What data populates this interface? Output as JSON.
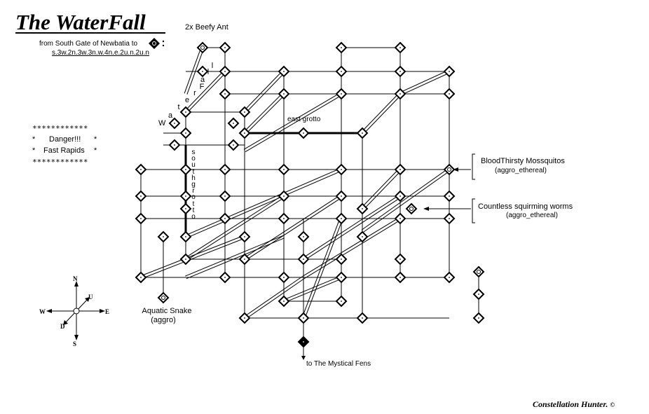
{
  "title": "The WaterFall",
  "route": {
    "from_text": "from South Gate of Newbatia to",
    "directions": "s.3w.2n.3w.3n.w.4n.e.2u.n.2u.n"
  },
  "warning": {
    "border": "************",
    "line1": "Danger!!!",
    "line2": "Fast Rapids",
    "bullet": "*"
  },
  "labels": {
    "beefy_ant": "2x Beefy Ant",
    "east_grotto": "east grotto",
    "waterfall_vertical": [
      "W",
      "a",
      "t",
      "e",
      "r",
      "F",
      "a",
      "l",
      "l"
    ],
    "south_grotto_vertical": [
      "s",
      "o",
      "u",
      "t",
      "h",
      "g",
      "r",
      "o",
      "t",
      "t",
      "o"
    ],
    "mosquitos": "BloodThirsty Mossquitos",
    "mosquitos_tag": "(aggro_ethereal)",
    "worms": "Countless squirming worms",
    "worms_tag": "(aggro_ethereal)",
    "snake": "Aquatic Snake",
    "snake_tag": "(aggro)",
    "exit": "to The Mystical Fens"
  },
  "compass": {
    "north": "N",
    "south": "S",
    "east": "E",
    "west": "W",
    "up": "U",
    "down": "D"
  },
  "credit": "Constellation Hunter.",
  "copyright_symbol": "©"
}
